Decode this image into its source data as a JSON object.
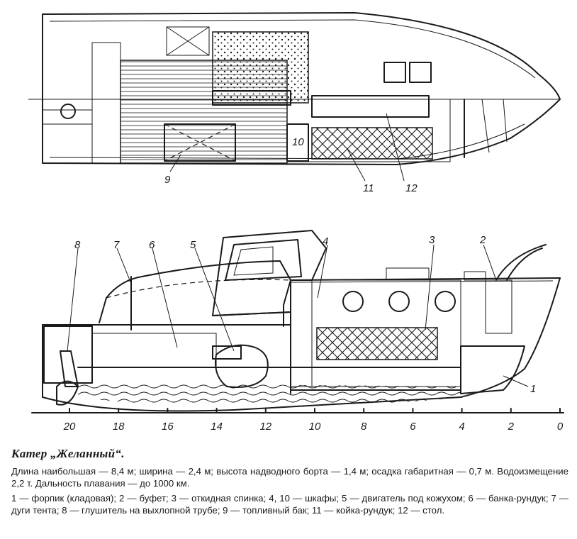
{
  "plan_view": {
    "labels": [
      "10",
      "9",
      "11",
      "12"
    ]
  },
  "side_view": {
    "labels": [
      "8",
      "7",
      "6",
      "5",
      "4",
      "3",
      "2",
      "1"
    ]
  },
  "scale": {
    "ticks": [
      "20",
      "18",
      "16",
      "14",
      "12",
      "10",
      "8",
      "6",
      "4",
      "2",
      "0"
    ]
  },
  "caption": {
    "title": "Катер „Желанный“.",
    "specs": "Длина наибольшая — 8,4 м; ширина — 2,4 м; высота надводного борта — 1,4 м; осадка габаритная — 0,7 м. Водоизмещение 2,2 т. Дальность плавания — до 1000 км.",
    "legend": "1 — форпик (кладовая); 2 — буфет; 3 — откидная спинка; 4, 10 — шкафы; 5 — двигатель под кожухом; 6 — банка-рундук; 7 — дуги тента; 8 — глушитель на выхлопной трубе; 9 — топливный бак; 11 — койка-рундук; 12 — стол."
  }
}
